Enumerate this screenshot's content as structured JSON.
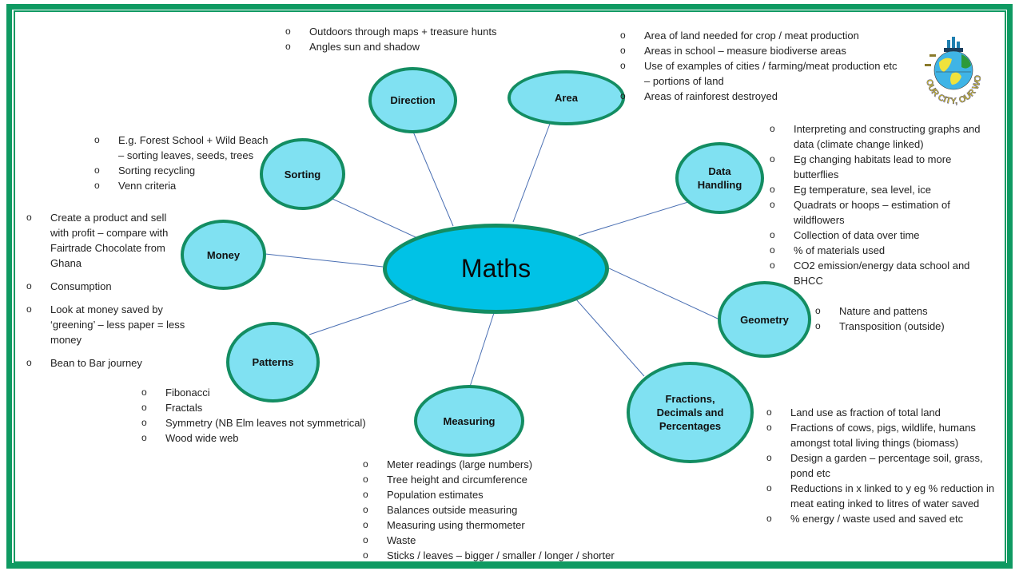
{
  "diagram": {
    "title": "Maths",
    "colors": {
      "frame": "#0f9a62",
      "node_fill": "#80e1f2",
      "node_border": "#138d62",
      "center_fill": "#00c2e6",
      "link": "#4a6fb3"
    },
    "logo": {
      "icon": "our-city-our-world-globe-logo",
      "text": "OUR CITY, OUR WORLD"
    },
    "branches": {
      "direction": {
        "label": "Direction",
        "notes": [
          "Outdoors through maps + treasure hunts",
          "Angles sun and shadow"
        ]
      },
      "area": {
        "label": "Area",
        "notes": [
          "Area of land needed for crop / meat production",
          "Areas in school – measure biodiverse areas",
          "Use of examples of cities / farming/meat production etc – portions of land",
          "Areas of rainforest destroyed"
        ]
      },
      "sorting": {
        "label": "Sorting",
        "notes": [
          "E.g. Forest School + Wild Beach – sorting leaves, seeds, trees",
          "Sorting recycling",
          "Venn criteria"
        ]
      },
      "data_handling": {
        "label": "Data Handling",
        "notes": [
          "Interpreting and constructing graphs and data (climate change linked)",
          "Eg changing habitats lead to more butterflies",
          "Eg temperature, sea level, ice",
          "Quadrats or hoops – estimation of wildflowers",
          "Collection of data over time",
          "% of materials used",
          "CO2 emission/energy data school and BHCC"
        ]
      },
      "money": {
        "label": "Money",
        "notes": [
          "Create a product and sell with profit – compare with Fairtrade Chocolate from Ghana",
          "Consumption",
          "Look at money saved by ‘greening’ – less paper = less money",
          "Bean to Bar journey"
        ]
      },
      "geometry": {
        "label": "Geometry",
        "notes": [
          "Nature and pattens",
          "Transposition (outside)"
        ]
      },
      "patterns": {
        "label": "Patterns",
        "notes": [
          "Fibonacci",
          "Fractals",
          "Symmetry (NB Elm leaves not symmetrical)",
          "Wood wide web"
        ]
      },
      "measuring": {
        "label": "Measuring",
        "notes": [
          "Meter readings (large numbers)",
          "Tree height and circumference",
          "Population estimates",
          "Balances outside measuring",
          "Measuring using thermometer",
          "Waste",
          "Sticks / leaves – bigger / smaller / longer / shorter"
        ]
      },
      "fractions": {
        "label": "Fractions, Decimals and Percentages",
        "notes": [
          "Land use as fraction of total land",
          "Fractions of cows, pigs, wildlife, humans amongst total living things (biomass)",
          "Design a garden – percentage soil, grass, pond etc",
          "Reductions in x linked to y eg % reduction in meat eating inked to litres of water saved",
          "% energy / waste used and saved etc"
        ]
      }
    }
  }
}
